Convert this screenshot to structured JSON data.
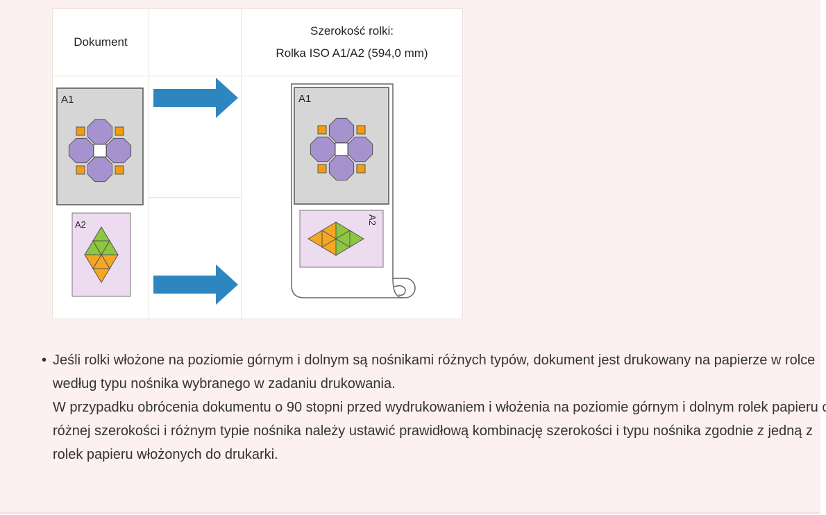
{
  "table": {
    "header_document": "Dokument",
    "header_roll_line1": "Szerokość rolki:",
    "header_roll_line2": "Rolka ISO A1/A2 (594,0 mm)"
  },
  "figures": {
    "doc_a1_label": "A1",
    "doc_a2_label": "A2",
    "roll_a1_label": "A1",
    "roll_a2_label": "A2",
    "arrow_color": "#2e86c1",
    "octagon_color": "#a692cf",
    "square_color": "#f39c12",
    "triangle_green": "#8dc63f",
    "triangle_orange": "#f5a623",
    "a1_sheet_color": "#d6d6d6",
    "a2_sheet_color": "#eddcf0"
  },
  "notes": {
    "bullet": "•",
    "paragraph1": "Jeśli rolki włożone na poziomie górnym i dolnym są nośnikami różnych typów, dokument jest drukowany na papierze w rolce według typu nośnika wybranego w zadaniu drukowania.",
    "paragraph2": "W przypadku obrócenia dokumentu o 90 stopni przed wydrukowaniem i włożenia na poziomie górnym i dolnym rolek papieru o różnej szerokości i różnym typie nośnika należy ustawić prawidłową kombinację szerokości i typu nośnika zgodnie z jedną z rolek papieru włożonych do drukarki."
  }
}
